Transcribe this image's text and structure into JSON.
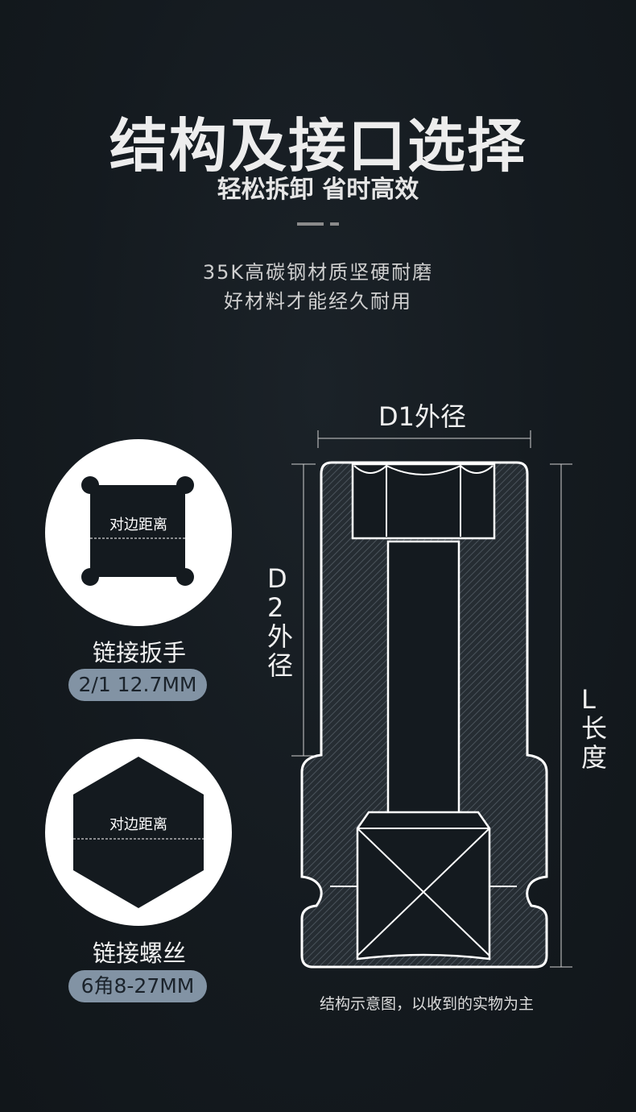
{
  "header": {
    "title": "结构及接口选择",
    "subtitle": "轻松拆卸 省时高效",
    "desc_line1": "35K高碳钢材质坚硬耐磨",
    "desc_line2": "好材料才能经久耐用"
  },
  "options": [
    {
      "shape": "square",
      "inner_label": "对边距离",
      "caption": "链接扳手",
      "spec": "2/1 12.7MM"
    },
    {
      "shape": "hexagon",
      "inner_label": "对边距离",
      "caption": "链接螺丝",
      "spec": "6角8-27MM"
    }
  ],
  "diagram": {
    "d1_label": "D1外径",
    "d2_label": "D2外径",
    "length_label": "L长度",
    "note": "结构示意图，以收到的实物为主"
  },
  "colors": {
    "background": "#141a1f",
    "spec_pill": "#8293a4",
    "accent_line": "#8b8b8b"
  }
}
